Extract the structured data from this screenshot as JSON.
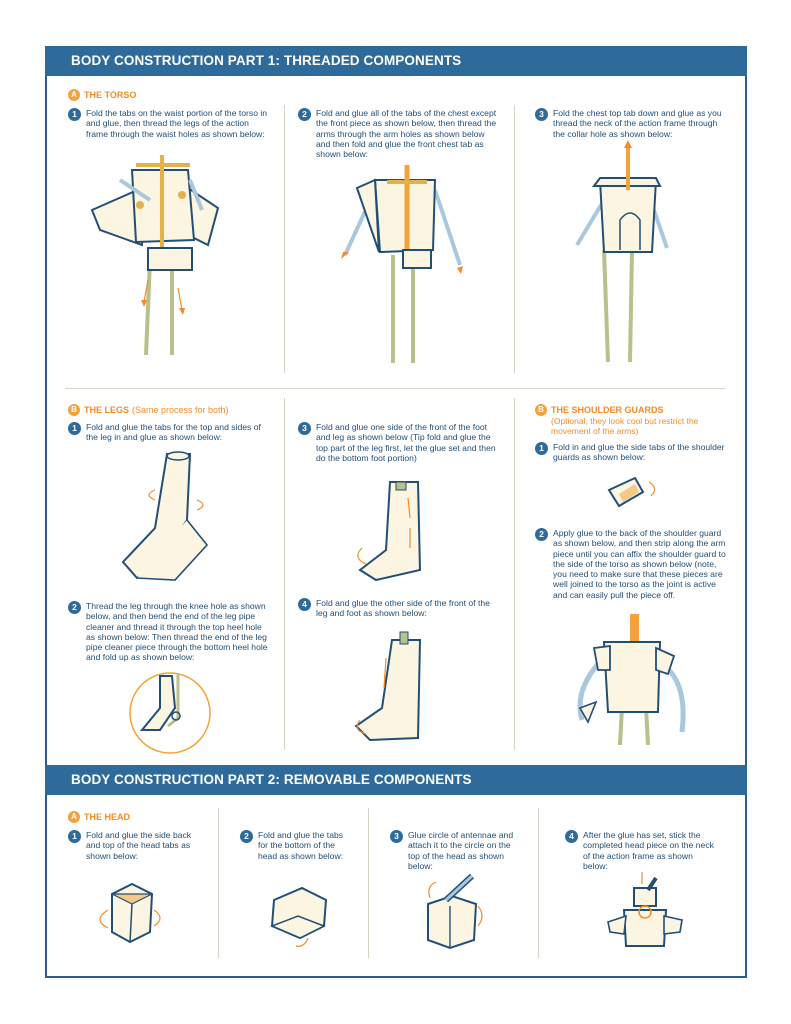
{
  "part1": {
    "title": "BODY CONSTRUCTION PART 1: THREADED COMPONENTS",
    "torso": {
      "letter": "A",
      "heading": "THE TORSO",
      "steps": [
        {
          "num": "1",
          "text": "Fold the tabs on the waist  portion of the torso in and glue, then thread the legs of the action frame through the waist holes as shown below:"
        },
        {
          "num": "2",
          "text": "Fold and glue all of the tabs of the chest  except the front piece as shown below, then thread the arms through the arm holes as shown below and then fold and glue the front chest tab as shown below:"
        },
        {
          "num": "3",
          "text": "Fold the chest top tab down and glue as you thread the neck of the action frame through the collar hole as shown below:"
        }
      ]
    },
    "legs": {
      "letter": "B",
      "heading": "THE LEGS",
      "note": "(Same process for both)",
      "steps": [
        {
          "num": "1",
          "text": "Fold and glue the tabs for the top and sides of the leg in and glue as shown below:"
        },
        {
          "num": "2",
          "text": "Thread the leg through the knee hole as shown below, and then bend the end of the leg pipe cleaner and thread it through the top heel hole as shown below: Then thread the end of the leg pipe cleaner piece through the bottom heel hole and fold up as shown below:"
        },
        {
          "num": "3",
          "text": "Fold and glue one side of the front of the foot and leg as shown below (Tip fold and glue the top part of the leg first, let the glue set and then do the bottom foot portion)"
        },
        {
          "num": "4",
          "text": "Fold and glue the other side of the front of the leg and foot as shown below:"
        }
      ]
    },
    "shoulders": {
      "letter": "B",
      "heading": "THE SHOULDER GUARDS",
      "note": "(Optional, they look cool but restrict the movement of the arms)",
      "steps": [
        {
          "num": "1",
          "text": "Fold in and glue the side tabs of the shoulder guards as shown below:"
        },
        {
          "num": "2",
          "text": "Apply glue to the back of the shoulder guard as shown below, and then strip along the arm piece until you can affix the shoulder guard to the side of the torso as shown below (note, you need to make sure that these pieces are well joined to the torso as the joint is active and can easily pull the piece off."
        }
      ]
    }
  },
  "part2": {
    "title": "BODY CONSTRUCTION PART 2: REMOVABLE COMPONENTS",
    "head": {
      "letter": "A",
      "heading": "THE HEAD",
      "steps": [
        {
          "num": "1",
          "text": "Fold and glue the side back and top of the head tabs as shown below:"
        },
        {
          "num": "2",
          "text": "Fold and glue the tabs for the bottom of the head as shown below:"
        },
        {
          "num": "3",
          "text": "Glue circle of antennae and attach it to the circle on the top of the head as shown below:"
        },
        {
          "num": "4",
          "text": "After the glue has set, stick the completed head piece on the neck of the action frame as shown below:"
        }
      ]
    }
  },
  "colors": {
    "banner": "#2e6b9a",
    "accent": "#f28c28",
    "text": "#234f76",
    "paper": "#fbf5e1",
    "pipe_blue": "#a9c8de",
    "pipe_green": "#b7c28a",
    "pipe_orange": "#f5a23a"
  }
}
